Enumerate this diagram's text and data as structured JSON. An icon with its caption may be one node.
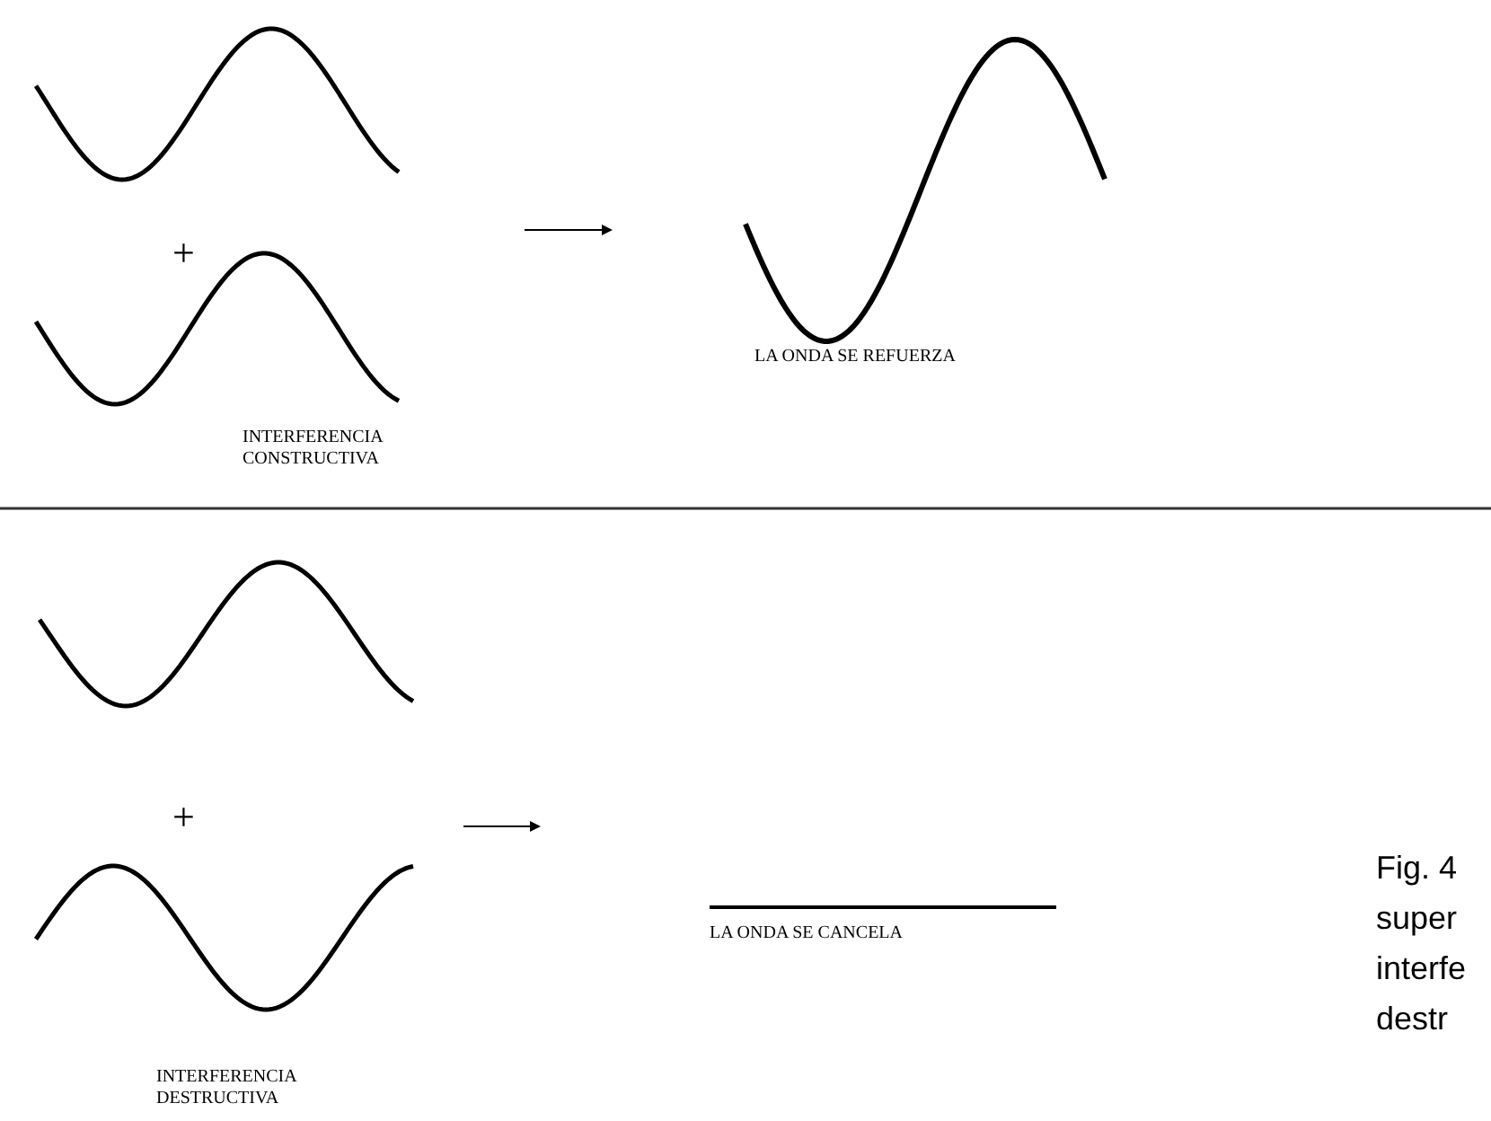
{
  "diagram": {
    "labels": [
      "+",
      "INTERFERENCIA CONSTRUCTIVA",
      "LA ONDA SE REFUERZA",
      "+",
      "LA ONDA SE CANCELA",
      "INTERFERENCIA DESTRUCTIVA",
      "Fig. 4",
      "super",
      "interfe",
      "destr"
    ]
  }
}
